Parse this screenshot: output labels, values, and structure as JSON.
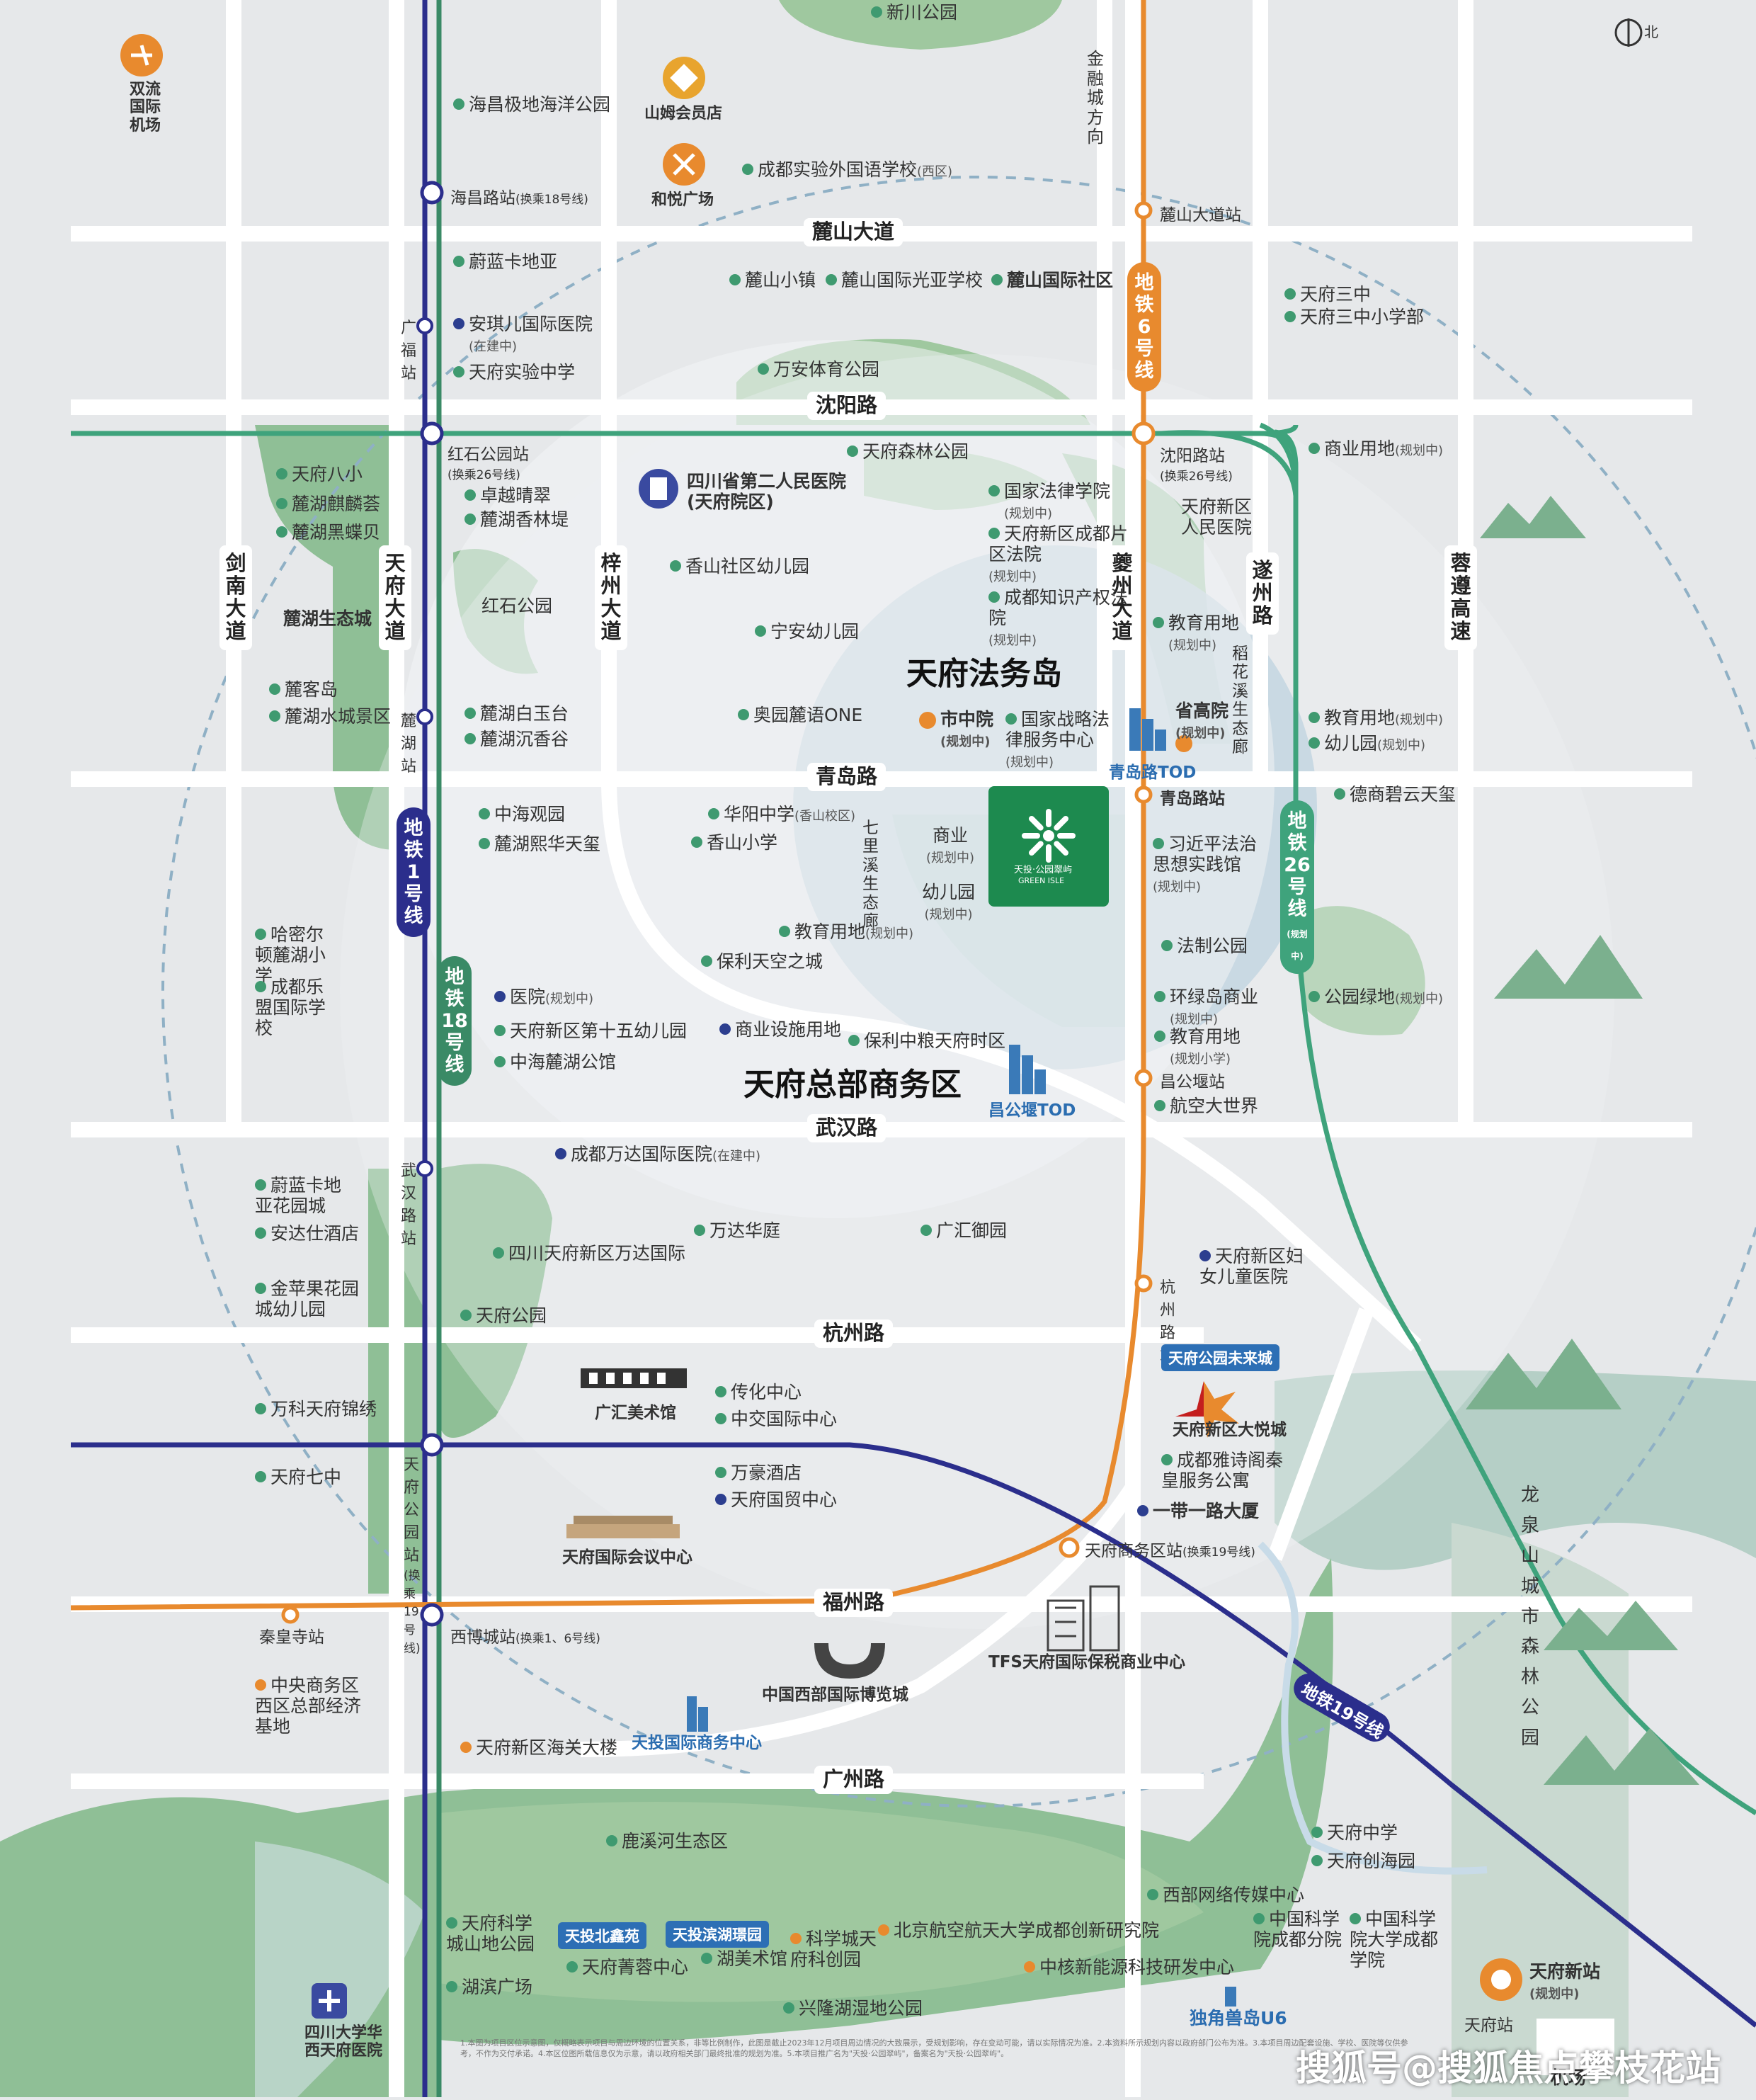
{
  "compass": {
    "label": "北"
  },
  "roads": {
    "lushan": "麓山大道",
    "shenyang": "沈阳路",
    "qingdao": "青岛路",
    "wuhan": "武汉路",
    "hangzhou": "杭州路",
    "fuzhou": "福州路",
    "guangzhou": "广州路",
    "jiannan": "剑南大道",
    "tianfu": "天府大道",
    "zizhou": "梓州大道",
    "kuizhou": "夔州大道",
    "suizhou": "遂州路",
    "rongzun": "蓉遵高速",
    "jinlu": "金融城方向"
  },
  "metro": {
    "line6": "地铁6号线",
    "line1": "地铁1号线",
    "line18": "地铁18号线",
    "line26": "地铁26号线",
    "line26_sub": "(规划中)",
    "line19": "地铁19号线"
  },
  "stations": {
    "haichang": "海昌路站",
    "haichang_sub": "(换乘18号线)",
    "guangfu": "广福站",
    "hongshi": "红石公园站",
    "hongshi_sub": "(换乘26号线)",
    "luhu": "麓湖站",
    "wuhanlu": "武汉路站",
    "tianfupark": "天府公园站",
    "tianfupark_sub": "(换乘19号线)",
    "xibo": "西博城站",
    "xibo_sub": "(换乘1、6号线)",
    "qinhuangsi": "秦皇寺站",
    "lushandadao": "麓山大道站",
    "shenyanglu": "沈阳路站",
    "shenyanglu_sub": "(换乘26号线)",
    "qingdaolu": "青岛路站",
    "changgongyan": "昌公堰站",
    "hangzhoulu": "杭州路站",
    "tianfucbd": "天府商务区站",
    "tianfucbd_sub": "(换乘19号线)",
    "tianfuzhan": "天府站"
  },
  "areas": {
    "fawudao": "天府法务岛",
    "zongbu": "天府总部商务区",
    "luhu_eco": "麓湖生态城",
    "longquan": "龙泉山城市森林公园",
    "project_name": "天投·公园翠屿",
    "project_en": "GREEN ISLE"
  },
  "tods": {
    "qingdaolu_tod": "青岛路TOD",
    "changgongyan_tod": "昌公堰TOD",
    "tianfu_future": "天府公园未来城",
    "tiantou_beixin": "天投北鑫苑",
    "tiantou_binhu": "天投滨湖璟园",
    "tiantou_intl": "天投国际商务中心"
  },
  "pois": {
    "shuangliu": "双流国际机场",
    "sams": "山姆会员店",
    "heyue": "和悦广场",
    "xinchuan": "新川公园",
    "haichang_park": "海昌极地海洋公园",
    "shiyan_school": "成都实验外国语学校",
    "shiyan_school_sub": "(西区)",
    "weilanka": "蔚蓝卡地亚",
    "anqier": "安琪儿国际医院",
    "anqier_sub": "(在建中)",
    "tianfu_shiyan": "天府实验中学",
    "lushan_town": "麓山小镇",
    "lushan_guangya": "麓山国际光亚学校",
    "lushan_community": "麓山国际社区",
    "wanan_stadium": "万安体育公园",
    "tianfu_sanzhong": "天府三中",
    "tianfu_sanzhong_xiao": "天府三中小学部",
    "tianfu_baxiao": "天府八小",
    "luhu_qilin": "麓湖麒麟荟",
    "luhu_heidie": "麓湖黑蝶贝",
    "zhuoyue": "卓越晴翠",
    "luhu_xiangling": "麓湖香林堤",
    "hongshi_park": "红石公园",
    "sichuan_hosp2": "四川省第二人民医院",
    "sichuan_hosp2_sub": "(天府院区)",
    "tianfu_forest": "天府森林公园",
    "xiangshan_kinder": "香山社区幼儿园",
    "ningan_kinder": "宁安幼儿园",
    "aoyuan": "奥园麓语ONE",
    "lukedao": "麓客岛",
    "luhu_shuicheng": "麓湖水城景区",
    "luhu_baiyu": "麓湖白玉台",
    "luhu_chenxiang": "麓湖沉香谷",
    "law_college": "国家法律学院",
    "law_college_sub": "(规划中)",
    "court_chengdu": "天府新区成都片区法院",
    "court_chengdu_sub": "(规划中)",
    "ip_court": "成都知识产权法院",
    "ip_court_sub": "(规划中)",
    "city_court": "市中院",
    "city_court_sub": "(规划中)",
    "law_service": "国家战略法律服务中心",
    "law_service_sub": "(规划中)",
    "province_court": "省高院",
    "province_court_sub": "(规划中)",
    "tianfu_people_hosp": "天府新区人民医院",
    "edu_land1": "教育用地",
    "edu_land1_sub": "(规划中)",
    "daohua_eco": "稻花溪生态廊",
    "commercial_land": "商业用地",
    "commercial_land_sub": "(规划中)",
    "edu_land2": "教育用地",
    "edu_land2_sub": "(规划中)",
    "kinder_land": "幼儿园",
    "kinder_land_sub": "(规划中)",
    "debi": "德商碧云天玺",
    "zhonghai_guanyuan": "中海观园",
    "luhu_xihua": "麓湖熙华天玺",
    "huayang_middle": "华阳中学",
    "huayang_middle_sub": "(香山校区)",
    "xiangshan_primary": "香山小学",
    "qili_eco": "七里溪生态廊",
    "comm_center": "商业",
    "comm_center_sub": "(规划中)",
    "kinder_center": "幼儿园",
    "kinder_center_sub": "(规划中)",
    "edu_land3": "教育用地",
    "edu_land3_sub": "(规划中)",
    "poly_sky": "保利天空之城",
    "xi_museum": "习近平法治思想实践馆",
    "xi_museum_sub": "(规划中)",
    "fazhi_park": "法制公园",
    "ring_comm": "环绿岛商业",
    "ring_comm_sub": "(规划中)",
    "edu_land4": "教育用地",
    "edu_land4_sub": "(规划小学)",
    "aviation": "航空大世界",
    "public_green": "公园绿地",
    "public_green_sub": "(规划中)",
    "hamilton": "哈密尔顿麓湖小学",
    "leshen": "成都乐盟国际学校",
    "hospital_plan": "医院",
    "hospital_plan_sub": "(规划中)",
    "tianfu_kinder15": "天府新区第十五幼儿园",
    "zhonghai_lugong": "中海麓湖公馆",
    "comm_facility": "商业设施用地",
    "poly_zhongliang": "保利中粮天府时区",
    "wanda_hosp": "成都万达国际医院",
    "wanda_hosp_sub": "(在建中)",
    "weilanka_garden": "蔚蓝卡地亚花园城",
    "andasi": "安达仕酒店",
    "jinpingguo": "金苹果花园城幼儿园",
    "sichuan_wanda": "四川天府新区万达国际",
    "wanda_huating": "万达华庭",
    "guanghui_yuyuan": "广汇御园",
    "tianfu_park": "天府公园",
    "women_hosp": "天府新区妇女儿童医院",
    "guanghui_art": "广汇美术馆",
    "media_center": "传化中心",
    "zhongjiao": "中交国际中心",
    "vanke_jinxiu": "万科天府锦绣",
    "tianfu_qizhong": "天府七中",
    "wanhao": "万豪酒店",
    "tianfu_guomao": "天府国贸中心",
    "joycity": "天府新区大悦城",
    "yashi": "成都雅诗阁秦皇服务公寓",
    "yidaiyilu": "一带一路大厦",
    "conf_center": "天府国际会议中心",
    "tfs": "TFS天府国际保税商业中心",
    "expo": "中国西部国际博览城",
    "cbd_west": "中央商务区西区总部经济基地",
    "customs": "天府新区海关大楼",
    "luxi_eco": "鹿溪河生态区",
    "tianfu_middle": "天府中学",
    "tianfu_chuanghai": "天府创海园",
    "media_center_west": "西部网络传媒中心",
    "cas_branch": "中国科学院成都分院",
    "cas_univ": "中国科学院大学成都学院",
    "sci_hall": "天府科学城山地公园",
    "tianfu_jingrong": "天府菁蓉中心",
    "hubin": "湖滨广场",
    "art_museum": "湖美术馆",
    "sci_museum": "科学城天府科创园",
    "buaa": "北京航空航天大学成都创新研究院",
    "zhonghe": "中核新能源科技研发中心",
    "unicorn": "独角兽岛U6",
    "xinglong": "兴隆湖湿地公园",
    "scu_hosp": "四川大学华西天府医院",
    "tianfu_new_station": "天府新站",
    "tianfu_new_station_sub": "(规划中)",
    "tianfu_airport": "机场"
  },
  "footer": {
    "disclaimer": "1.本图为项目区位示意图，仅概略表示项目与周边环境的位置关系，非等比例制作，此图是截止2023年12月项目周边情况的大致展示，受规划影响，存在变动可能，请以实际情况为准。2.本资料所示规划内容以政府部门公布为准。3.本项目周边配套设施、学校、医院等仅供参考，不作为交付承诺。4.本区位图所载信息仅为示意，请以政府相关部门最终批准的规划为准。5.本项目推广名为\"天投·公园翠屿\"，备案名为\"天投·公园翠屿\"。",
    "watermark": "搜狐号@搜狐焦点攀枝花站"
  },
  "colors": {
    "bg": "#e6e8ea",
    "green": "#8fbf96",
    "dark_green": "#6fa67a",
    "blue_circle": "#a9c4d6",
    "line1": "#2b2e8c",
    "line6": "#e88a2e",
    "line18": "#3a8a66",
    "line26": "#3fa37c",
    "line19": "#2b2e8c",
    "project": "#1d8a4f"
  }
}
